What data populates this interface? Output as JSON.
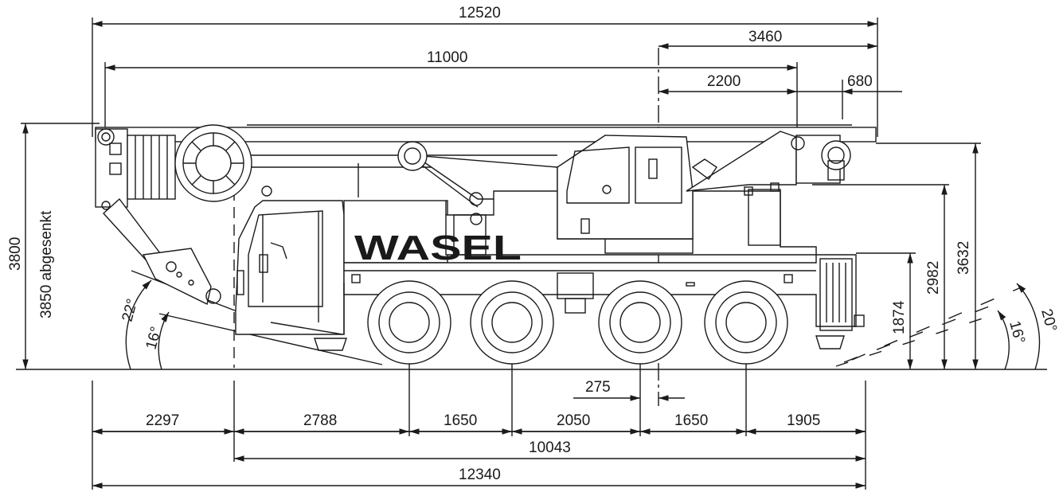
{
  "brand": "WASEL",
  "colors": {
    "line": "#1a1a1a",
    "fill": "#ffffff",
    "tire": "#ffffff"
  },
  "dimensions": {
    "top": {
      "overall_length_boom": "12520",
      "boom_length": "11000",
      "tail_radius": "3460",
      "counterweight_radius": "2200",
      "rear_overhang_top": "680"
    },
    "bottom": {
      "front_overhang": "2297",
      "front_to_axle1": "2788",
      "axle1_to_axle2": "1650",
      "axle2_to_axle3": "2050",
      "axle3_to_axle4": "1650",
      "rear_overhang": "1905",
      "slewing_offset": "275",
      "chassis_length": "10043",
      "overall_length": "12340"
    },
    "heights": {
      "total_height": "3800",
      "total_height_lowered": "3850 abgesenkt",
      "rear_height": "3632",
      "counterweight_height": "2982",
      "chassis_height": "1874"
    },
    "angles": {
      "front_approach": "22°",
      "front_departure_min": "16°",
      "rear_departure": "20°",
      "rear_departure_min": "16°"
    }
  }
}
